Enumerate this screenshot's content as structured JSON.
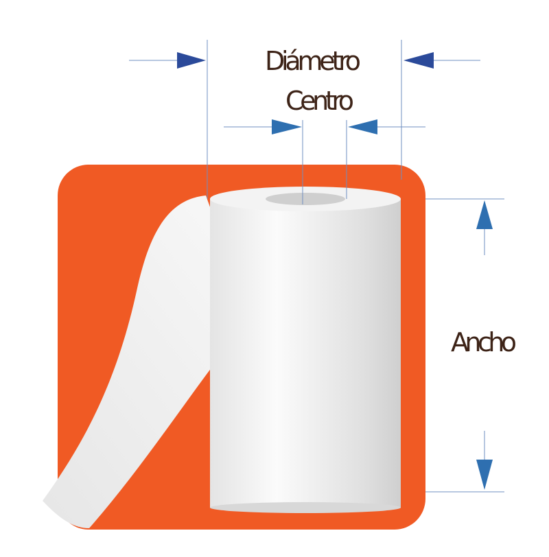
{
  "labels": {
    "diameter": "Diámetro",
    "core": "Centro",
    "width": "Ancho"
  },
  "colors": {
    "background": "#f05a24",
    "arrow_dark": "#2b4a9a",
    "arrow_light": "#2e6fb0",
    "text": "#3d2317"
  }
}
